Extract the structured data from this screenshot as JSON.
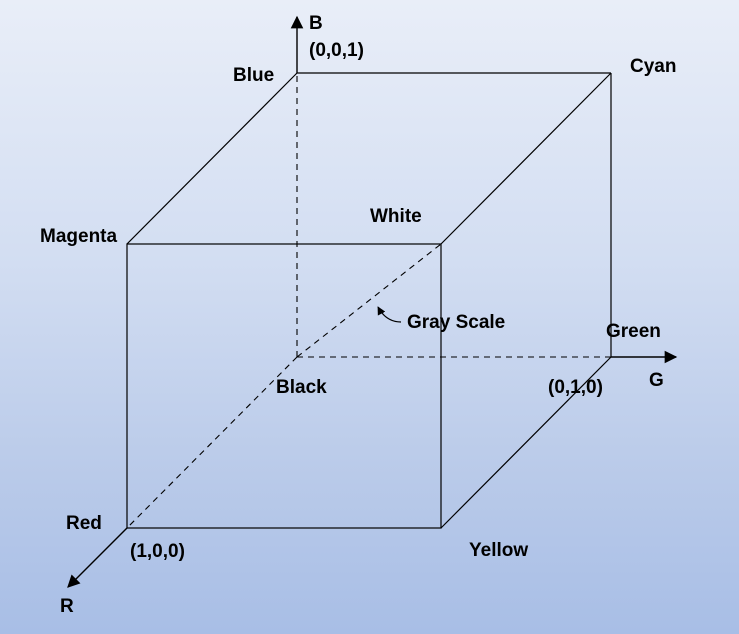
{
  "axes": {
    "b": "B",
    "g": "G",
    "r": "R"
  },
  "vertices": {
    "blue": "Blue",
    "cyan": "Cyan",
    "magenta": "Magenta",
    "white": "White",
    "black": "Black",
    "green": "Green",
    "red": "Red",
    "yellow": "Yellow"
  },
  "coordinates": {
    "blue": "(0,0,1)",
    "green": "(0,1,0)",
    "red": "(1,0,0)"
  },
  "annotations": {
    "gray_scale": "Gray Scale"
  }
}
